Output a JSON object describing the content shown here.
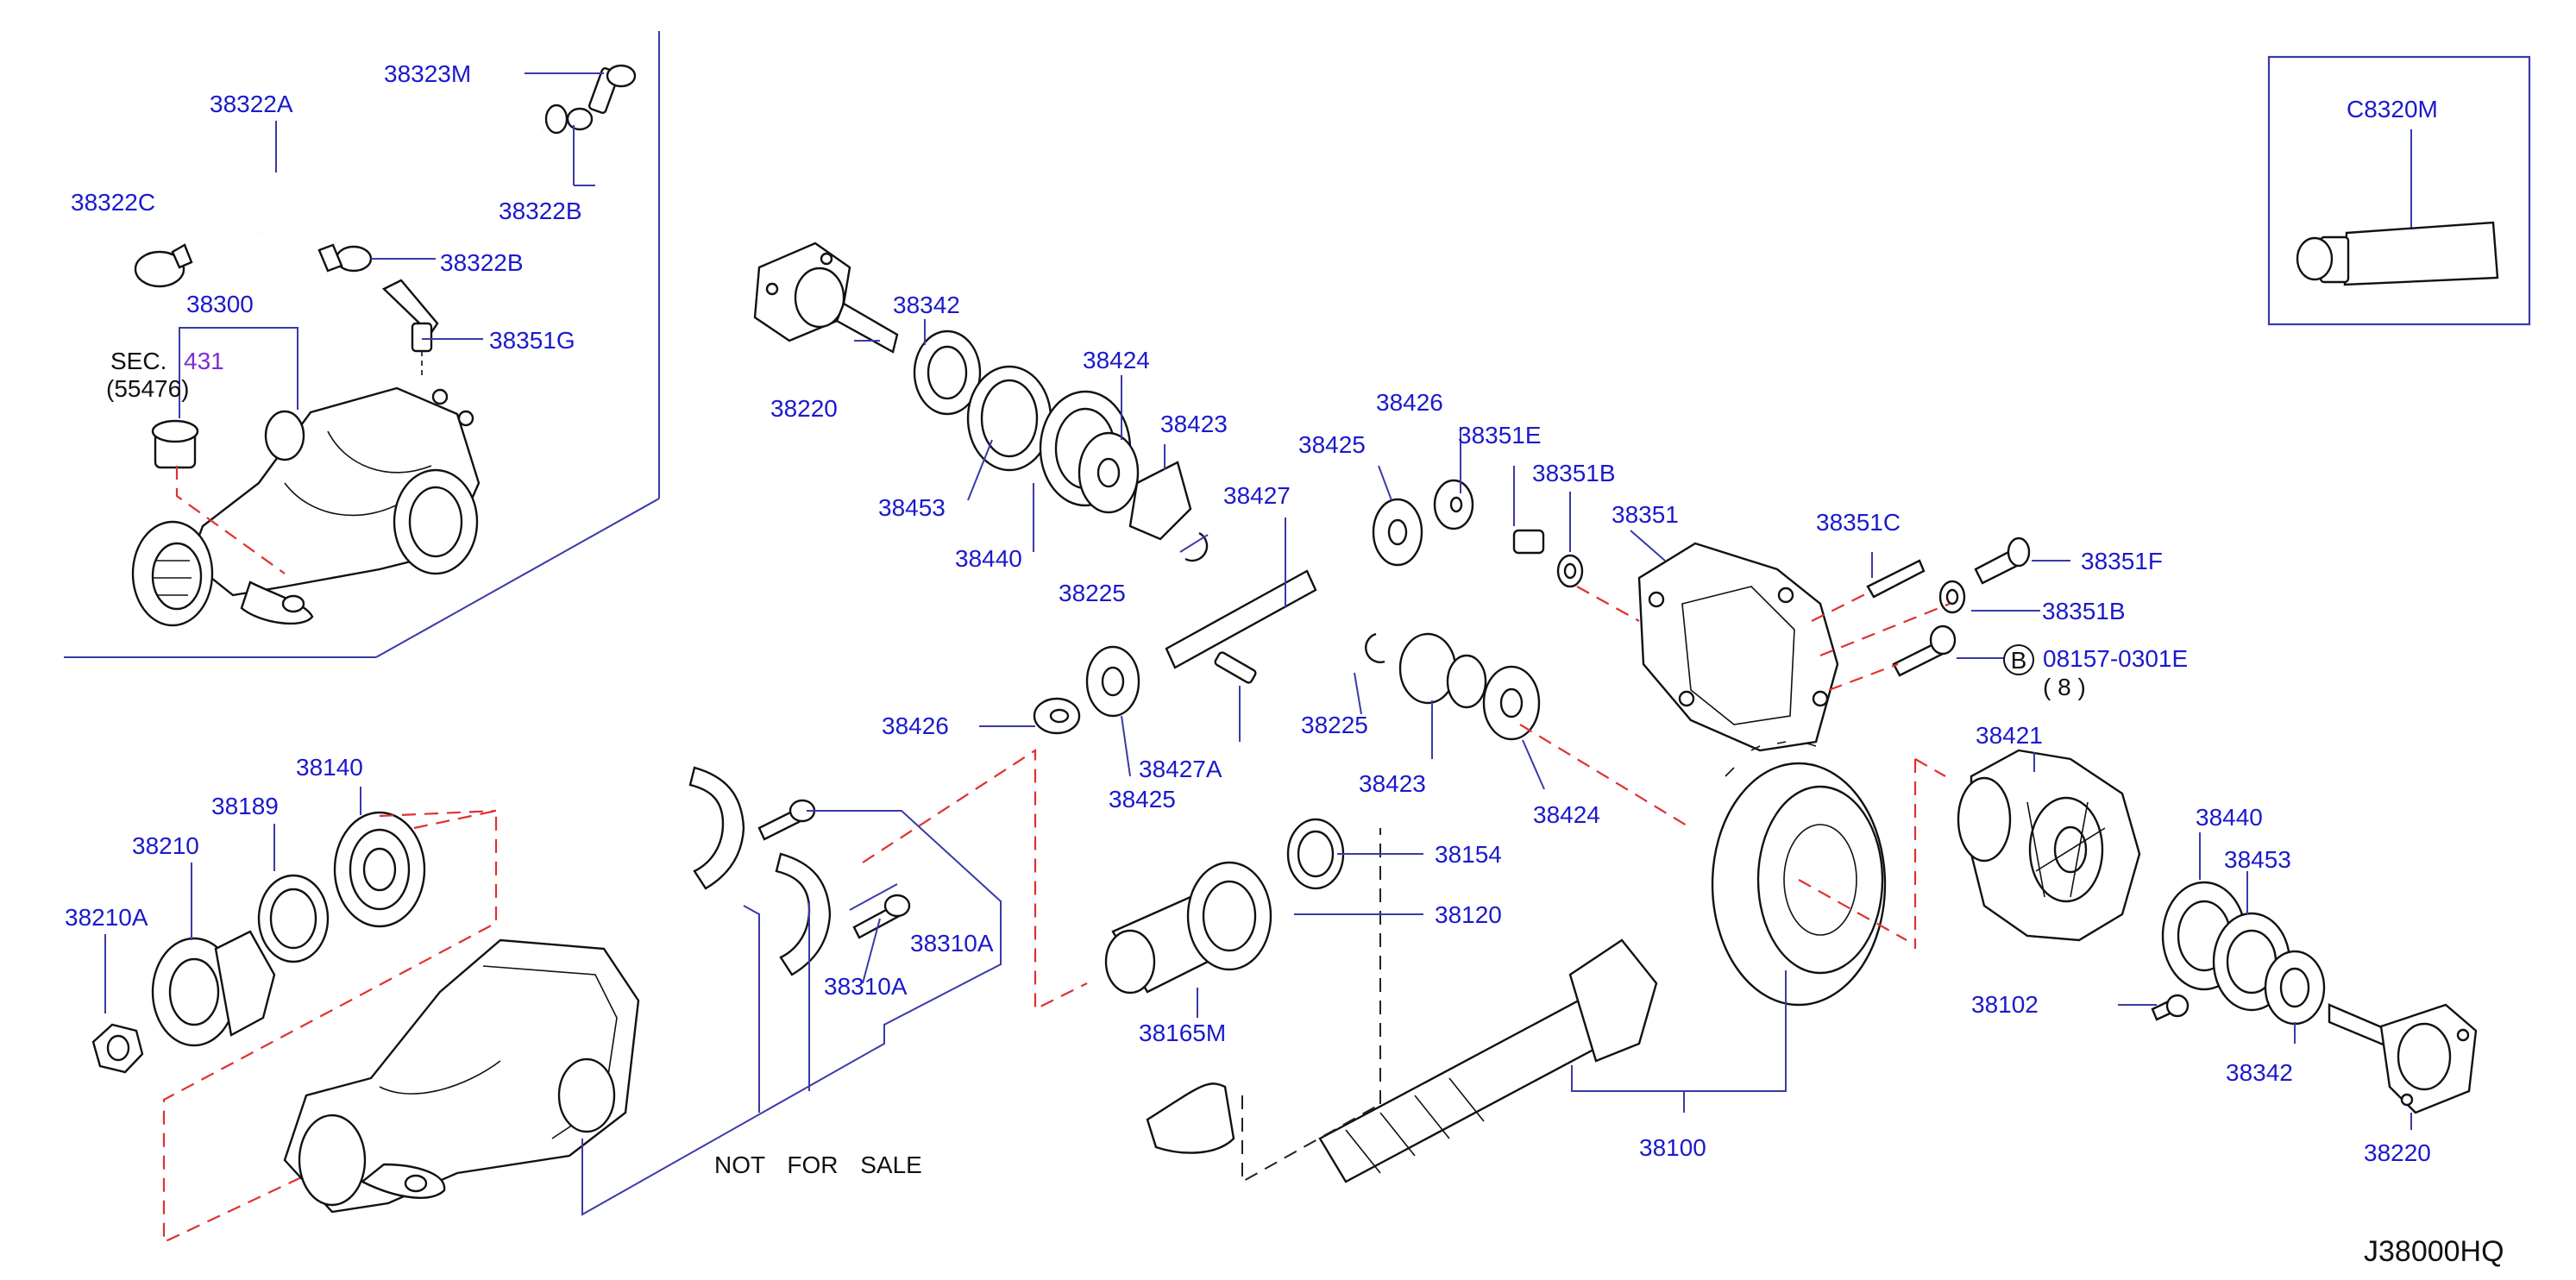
{
  "diagram_code": "J38000HQ",
  "not_for_sale": "NOT FOR SALE",
  "section": {
    "prefix": "SEC.",
    "number": "431",
    "ref": "(55476)"
  },
  "callout": {
    "letter": "B",
    "part": "08157-0301E",
    "qty": "( 8 )"
  },
  "inset": {
    "label": "C8320M"
  },
  "labels": {
    "p38323M": "38323M",
    "p38322A": "38322A",
    "p38322C": "38322C",
    "p38322B_top": "38322B",
    "p38322B_mid": "38322B",
    "p38300": "38300",
    "p38351G": "38351G",
    "p38342_left": "38342",
    "p38220_left": "38220",
    "p38424_top": "38424",
    "p38453_left": "38453",
    "p38423_top": "38423",
    "p38440_left": "38440",
    "p38427": "38427",
    "p38225_top": "38225",
    "p38426_top": "38426",
    "p38425_top": "38425",
    "p38351E": "38351E",
    "p38351B_top": "38351B",
    "p38351": "38351",
    "p38351C": "38351C",
    "p38351F": "38351F",
    "p38351B_right": "38351B",
    "p38426_mid": "38426",
    "p38427A": "38427A",
    "p38425_mid": "38425",
    "p38225_mid": "38225",
    "p38423_mid": "38423",
    "p38424_mid": "38424",
    "p38140": "38140",
    "p38189": "38189",
    "p38210": "38210",
    "p38210A": "38210A",
    "p38310A_upper": "38310A",
    "p38310A_lower": "38310A",
    "p38154": "38154",
    "p38120": "38120",
    "p38165M": "38165M",
    "p38100": "38100",
    "p38421": "38421",
    "p38440_right": "38440",
    "p38453_right": "38453",
    "p38102": "38102",
    "p38342_right": "38342",
    "p38220_right": "38220"
  }
}
